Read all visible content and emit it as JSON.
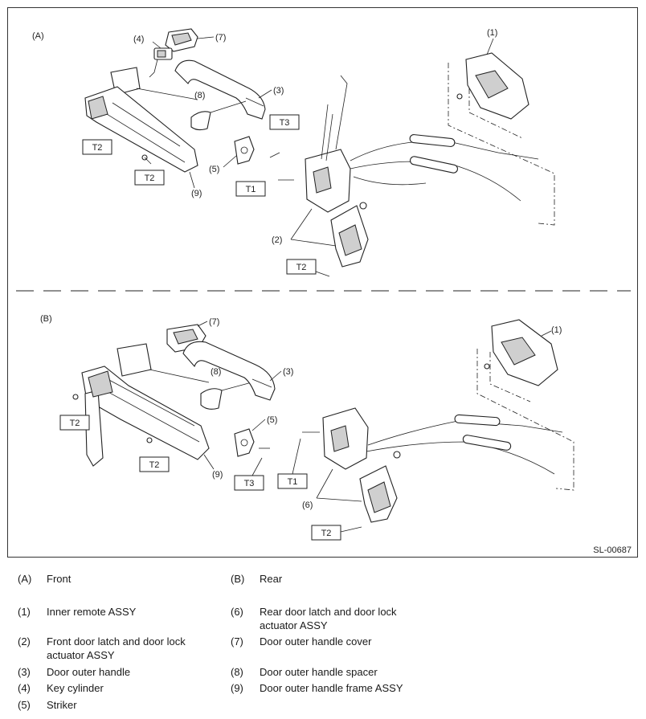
{
  "diagram": {
    "code": "SL-00687",
    "sections": [
      {
        "letter": "(A)"
      },
      {
        "letter": "(B)"
      }
    ],
    "callouts": {
      "a1": "(1)",
      "a2": "(2)",
      "a3": "(3)",
      "a4": "(4)",
      "a5": "(5)",
      "a7": "(7)",
      "a8": "(8)",
      "a9": "(9)",
      "b1": "(1)",
      "b3": "(3)",
      "b5": "(5)",
      "b6": "(6)",
      "b7": "(7)",
      "b8": "(8)",
      "b9": "(9)"
    },
    "torque_tags": {
      "a_t3": "T3",
      "a_t1": "T1",
      "a_t2_left": "T2",
      "a_t2_mid": "T2",
      "a_t2_bottom": "T2",
      "b_t2_left": "T2",
      "b_t2_mid": "T2",
      "b_t3": "T3",
      "b_t1": "T1",
      "b_t2_bottom": "T2"
    }
  },
  "legend": [
    {
      "num": "(A)",
      "text": "Front"
    },
    {
      "num": "(B)",
      "text": "Rear"
    },
    {
      "num": "(1)",
      "text": "Inner remote ASSY"
    },
    {
      "num": "(6)",
      "text": "Rear door latch and door lock actuator ASSY"
    },
    {
      "num": "(2)",
      "text": "Front door latch and door lock actuator ASSY"
    },
    {
      "num": "(7)",
      "text": "Door outer handle cover"
    },
    {
      "num": "(3)",
      "text": "Door outer handle"
    },
    {
      "num": "(8)",
      "text": "Door outer handle spacer"
    },
    {
      "num": "(4)",
      "text": "Key cylinder"
    },
    {
      "num": "(9)",
      "text": "Door outer handle frame ASSY"
    },
    {
      "num": "(5)",
      "text": "Striker"
    }
  ]
}
